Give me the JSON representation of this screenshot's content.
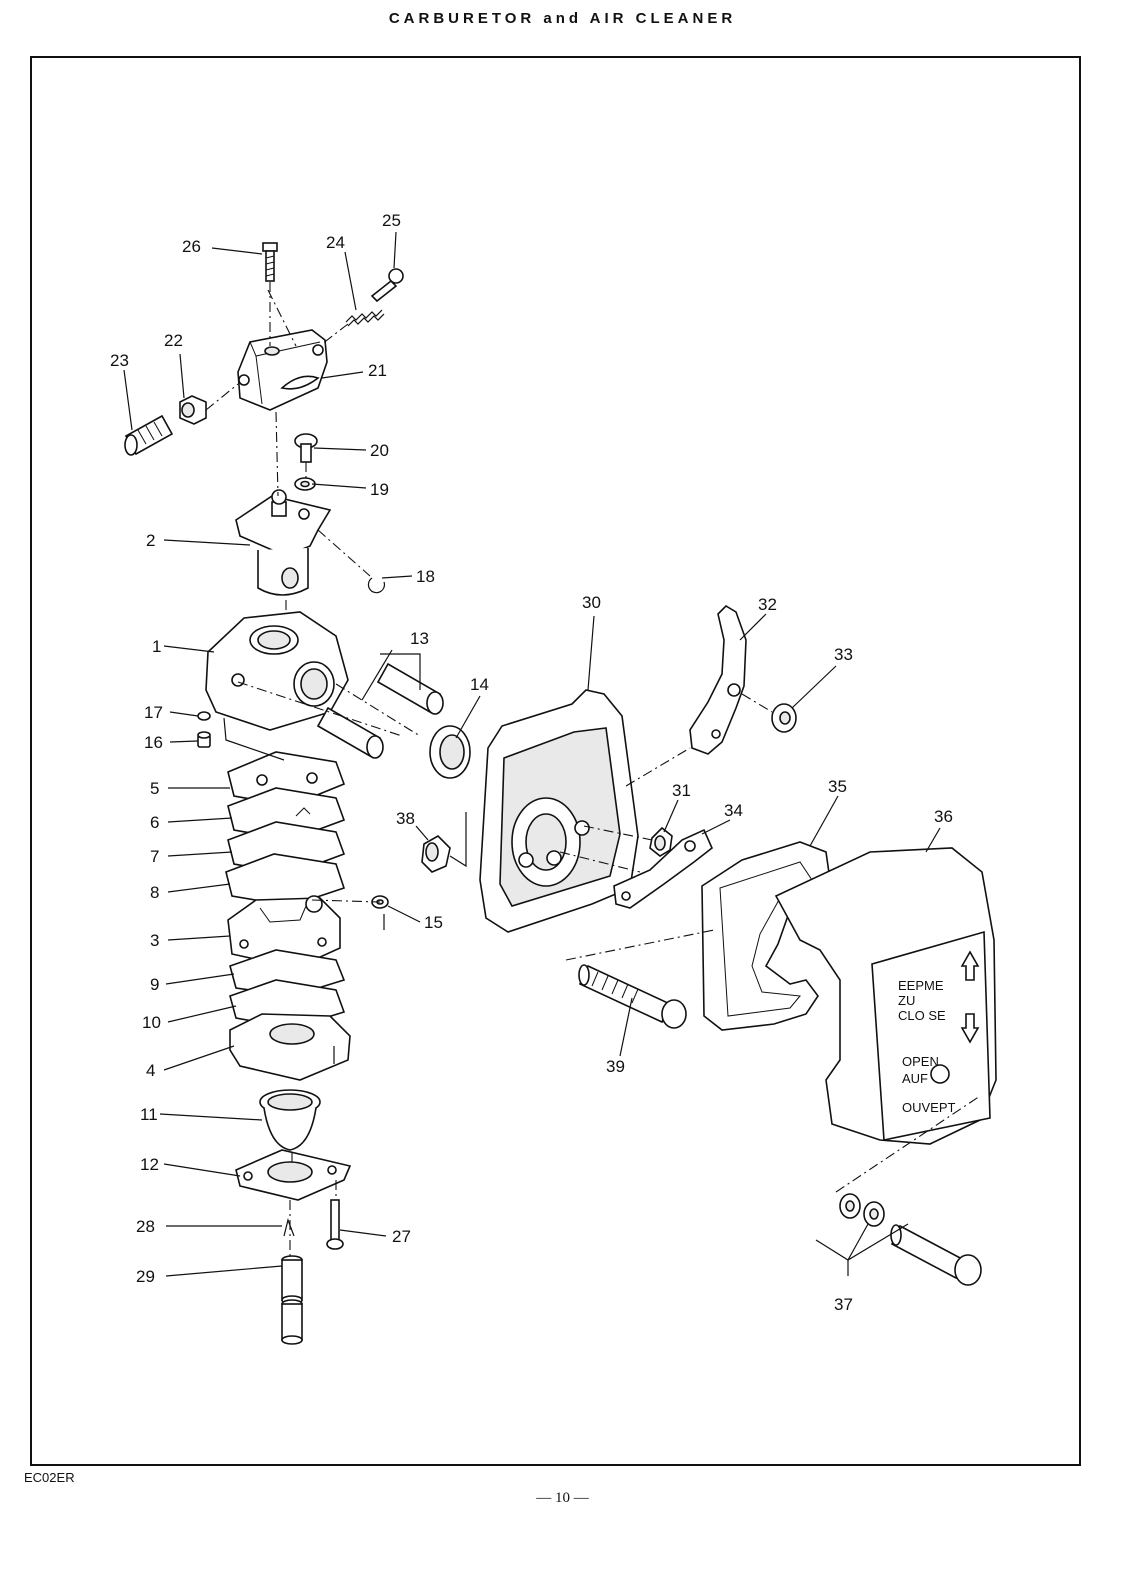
{
  "title": "CARBURETOR and AIR CLEANER",
  "doc_code": "EC02ER",
  "page_number": "— 10 —",
  "cover_text": {
    "close": [
      "EEPME",
      "ZU",
      "CLO SE"
    ],
    "open": [
      "OPEN",
      "AUF",
      "OUVEPT"
    ]
  },
  "callouts": [
    {
      "id": "p1",
      "label": "1"
    },
    {
      "id": "p2",
      "label": "2"
    },
    {
      "id": "p3",
      "label": "3"
    },
    {
      "id": "p4",
      "label": "4"
    },
    {
      "id": "p5",
      "label": "5"
    },
    {
      "id": "p6",
      "label": "6"
    },
    {
      "id": "p7",
      "label": "7"
    },
    {
      "id": "p8",
      "label": "8"
    },
    {
      "id": "p9",
      "label": "9"
    },
    {
      "id": "p10",
      "label": "10"
    },
    {
      "id": "p11",
      "label": "11"
    },
    {
      "id": "p12",
      "label": "12"
    },
    {
      "id": "p13",
      "label": "13"
    },
    {
      "id": "p14",
      "label": "14"
    },
    {
      "id": "p15",
      "label": "15"
    },
    {
      "id": "p16",
      "label": "16"
    },
    {
      "id": "p17",
      "label": "17"
    },
    {
      "id": "p18",
      "label": "18"
    },
    {
      "id": "p19",
      "label": "19"
    },
    {
      "id": "p20",
      "label": "20"
    },
    {
      "id": "p21",
      "label": "21"
    },
    {
      "id": "p22",
      "label": "22"
    },
    {
      "id": "p23",
      "label": "23"
    },
    {
      "id": "p24",
      "label": "24"
    },
    {
      "id": "p25",
      "label": "25"
    },
    {
      "id": "p26",
      "label": "26"
    },
    {
      "id": "p27",
      "label": "27"
    },
    {
      "id": "p28",
      "label": "28"
    },
    {
      "id": "p29",
      "label": "29"
    },
    {
      "id": "p30",
      "label": "30"
    },
    {
      "id": "p31",
      "label": "31"
    },
    {
      "id": "p32",
      "label": "32"
    },
    {
      "id": "p33",
      "label": "33"
    },
    {
      "id": "p34",
      "label": "34"
    },
    {
      "id": "p35",
      "label": "35"
    },
    {
      "id": "p36",
      "label": "36"
    },
    {
      "id": "p37",
      "label": "37"
    },
    {
      "id": "p38",
      "label": "38"
    },
    {
      "id": "p39",
      "label": "39"
    }
  ]
}
